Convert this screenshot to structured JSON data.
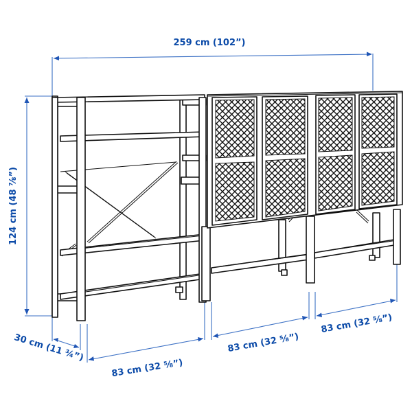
{
  "product": {
    "description": "Shelving unit combination: one open shelving section with cross brace and two cabinet sections with lattice-patterned doors on legs with bottom shelf"
  },
  "dimensions": {
    "total_width": "259 cm (102”)",
    "height": "124 cm (48 ⅞”)",
    "depth": "30 cm (11 ¾”)",
    "section_width_1": "83 cm (32 ⅝”)",
    "section_width_2": "83 cm (32 ⅝”)",
    "section_width_3": "83 cm (32 ⅝”)"
  },
  "colors": {
    "dimension_text": "#0b4aa8",
    "dimension_line": "#3a6fc4",
    "outline": "#111111",
    "background": "#ffffff"
  }
}
